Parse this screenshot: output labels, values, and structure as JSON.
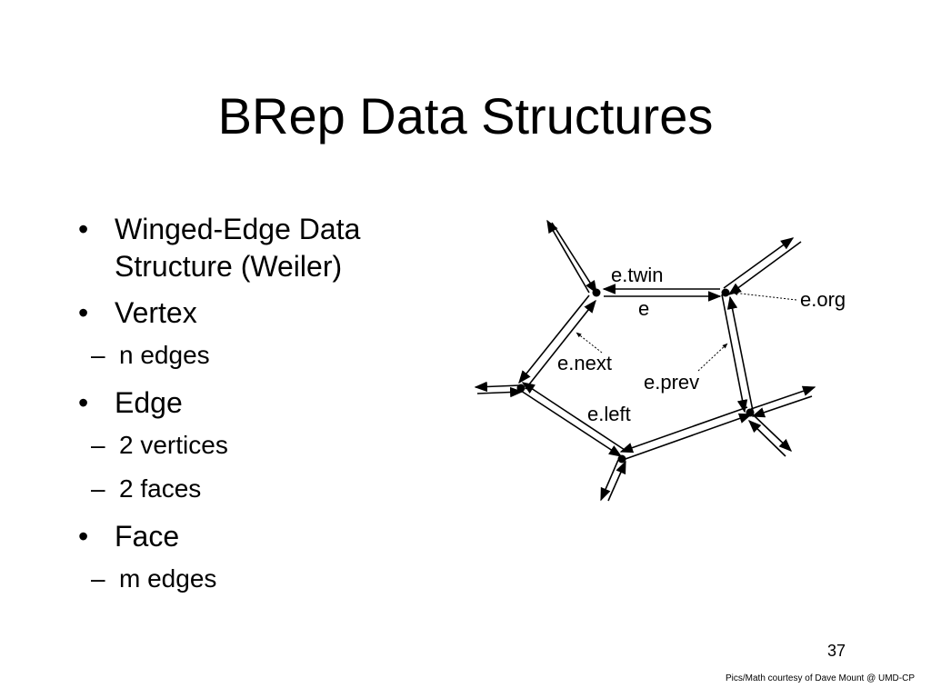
{
  "slide": {
    "title": "BRep Data Structures",
    "bullets": [
      {
        "text": "Winged-Edge Data Structure (Weiler)",
        "subs": []
      },
      {
        "text": "Vertex",
        "subs": [
          "n edges"
        ]
      },
      {
        "text": "Edge",
        "subs": [
          "2 vertices",
          "2 faces"
        ]
      },
      {
        "text": "Face",
        "subs": [
          "m edges"
        ]
      }
    ],
    "bullet_symbol": "•",
    "sub_bullet_symbol": "–",
    "page_number": "37",
    "credit": "Pics/Math courtesy of Dave Mount @ UMD-CP"
  },
  "diagram": {
    "labels": {
      "twin": "e.twin",
      "edge": "e",
      "org": "e.org",
      "next": "e.next",
      "prev": "e.prev",
      "left": "e.left"
    }
  }
}
